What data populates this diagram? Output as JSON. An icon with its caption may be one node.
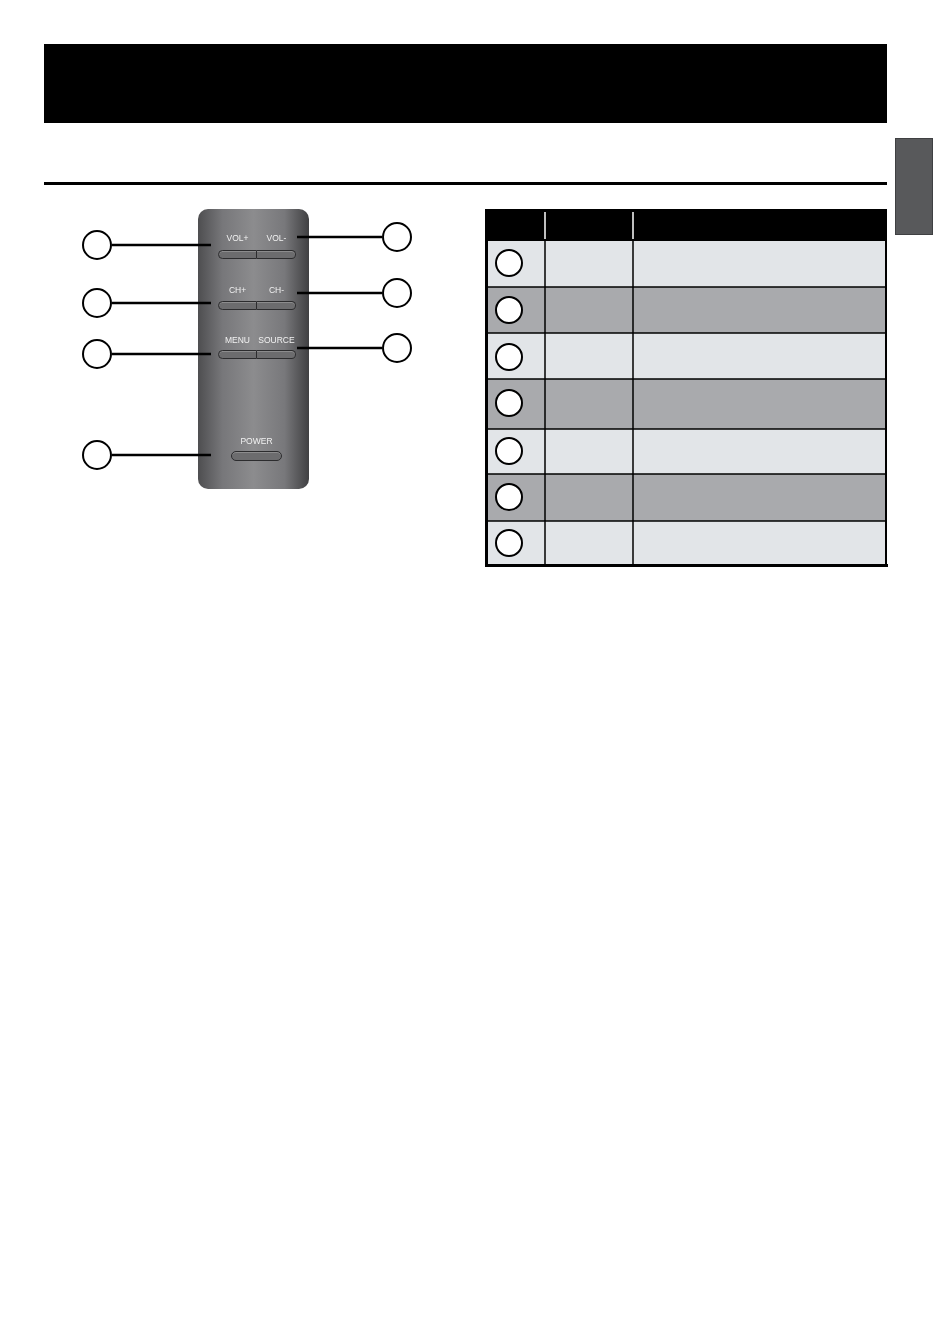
{
  "diagram": {
    "nodes": [
      {
        "text": [],
        "shape": "box"
      },
      {
        "text": [],
        "shape": "box"
      },
      {
        "text": [
          "VOL+"
        ],
        "in": 1
      },
      {
        "text": [
          "VOL-"
        ],
        "in": 1
      },
      {
        "text": [
          "CH+"
        ],
        "in": 1
      },
      {
        "text": [
          "CH-"
        ],
        "in": 1
      },
      {
        "text": [
          "MENU"
        ],
        "in": 1
      },
      {
        "text": [
          "SOURCE"
        ],
        "in": 1
      },
      {
        "text": [
          "POWER"
        ],
        "in": 1
      },
      {
        "text": [],
        "shape": "circle"
      },
      {
        "text": [],
        "shape": "circle"
      },
      {
        "text": [],
        "shape": "circle"
      },
      {
        "text": [],
        "shape": "circle"
      },
      {
        "text": [],
        "shape": "circle"
      },
      {
        "text": [],
        "shape": "circle"
      },
      {
        "text": [],
        "shape": "circle"
      },
      {
        "text": [],
        "shape": "circle"
      },
      {
        "text": [],
        "shape": "circle"
      },
      {
        "text": [],
        "shape": "circle"
      },
      {
        "text": [],
        "shape": "circle"
      },
      {
        "text": [],
        "shape": "circle"
      },
      {
        "text": [],
        "shape": "circle"
      },
      {
        "text": [],
        "shape": "circle"
      }
    ],
    "edges": [
      {
        "from": 9,
        "to": 2,
        "arrow": "none"
      },
      {
        "from": 10,
        "to": 3,
        "arrow": "none"
      },
      {
        "from": 11,
        "to": 4,
        "arrow": "none"
      },
      {
        "from": 12,
        "to": 5,
        "arrow": "none"
      },
      {
        "from": 13,
        "to": 6,
        "arrow": "none"
      },
      {
        "from": 14,
        "to": 7,
        "arrow": "none"
      },
      {
        "from": 15,
        "to": 8,
        "arrow": "none"
      }
    ]
  }
}
